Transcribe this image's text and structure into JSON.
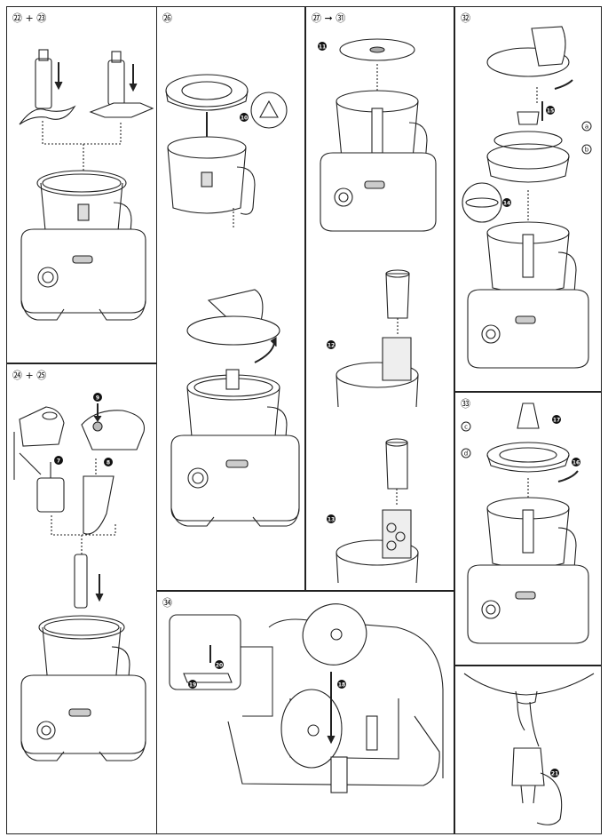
{
  "panels": {
    "p22_23": {
      "label": "㉒ + ㉓"
    },
    "p24_25": {
      "label": "㉔ + ㉕",
      "callouts": [
        "9",
        "7",
        "8"
      ]
    },
    "p26": {
      "label": "㉖",
      "callouts": [
        "10"
      ]
    },
    "p27_31": {
      "label": "㉗ ➞ ㉛",
      "callouts": [
        "11",
        "12",
        "13"
      ]
    },
    "p32": {
      "label": "㉜",
      "callouts": [
        "15",
        "14"
      ],
      "letters": [
        "a",
        "b"
      ]
    },
    "p33": {
      "label": "㉝",
      "callouts": [
        "17",
        "16"
      ],
      "letters": [
        "c",
        "d"
      ]
    },
    "p34": {
      "label": "㉞",
      "callouts": [
        "20",
        "19",
        "18"
      ]
    },
    "p35": {
      "callouts": [
        "21"
      ]
    }
  },
  "colors": {
    "line": "#222222",
    "fill_light": "#f2f2f2",
    "fill_mid": "#bdbdbd",
    "callout_bg": "#111111"
  }
}
